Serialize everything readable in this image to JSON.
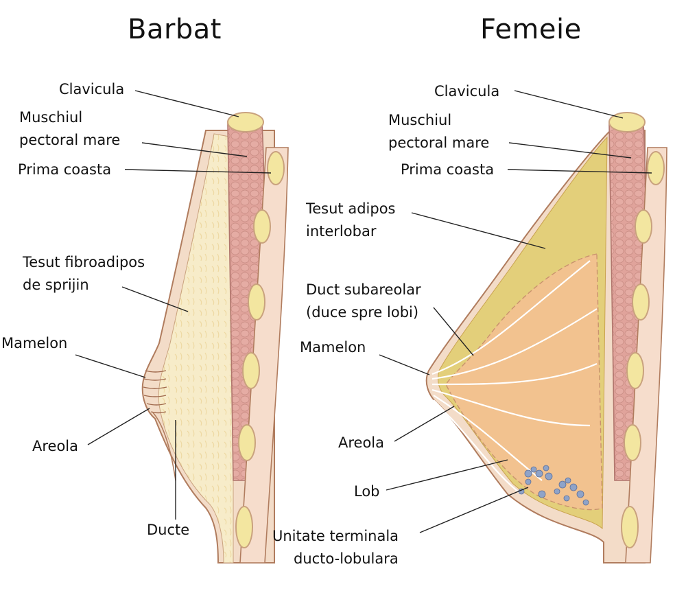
{
  "titles": {
    "male": "Barbat",
    "female": "Femeie"
  },
  "male_labels": {
    "clavicula": "Clavicula",
    "muschiul_1": "Muschiul",
    "muschiul_2": "pectoral mare",
    "prima_coasta": "Prima coasta",
    "tesut_1": "Tesut fibroadipos",
    "tesut_2": "de sprijin",
    "mamelon": "Mamelon",
    "areola": "Areola",
    "ducte": "Ducte"
  },
  "female_labels": {
    "clavicula": "Clavicula",
    "muschiul_1": "Muschiul",
    "muschiul_2": "pectoral mare",
    "prima_coasta": "Prima coasta",
    "adipos_1": "Tesut adipos",
    "adipos_2": "interlobar",
    "duct_1": "Duct subareolar",
    "duct_2": "(duce spre lobi)",
    "mamelon": "Mamelon",
    "areola": "Areola",
    "lob": "Lob",
    "unitate_1": "Unitate terminala",
    "unitate_2": "ducto-lobulara"
  },
  "colors": {
    "skin": "#f3dcc8",
    "skin_line": "#b07c5e",
    "muscle": "#e0a39b",
    "muscle_dark": "#c97d74",
    "bone": "#f3e6a0",
    "bone_rim": "#e8c9a6",
    "fat_male": "#f7ecc9",
    "fat_female": "#e3cf7a",
    "lobe_zone": "#f2c28f",
    "lobule": "#8fa3c8"
  }
}
